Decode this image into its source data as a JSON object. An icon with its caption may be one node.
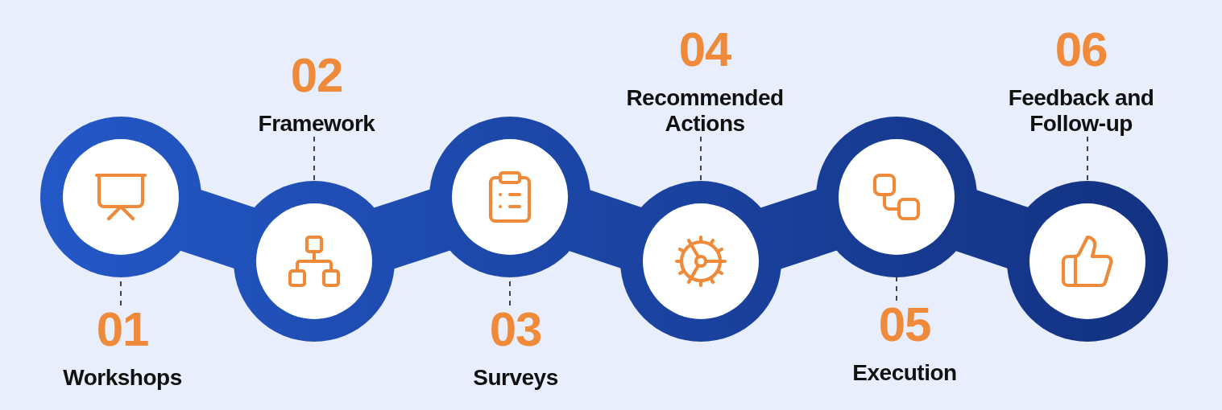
{
  "diagram": {
    "nodes": [
      {
        "text": [],
        "shape": "circle"
      },
      {
        "text": [],
        "shape": "circle"
      },
      {
        "text": [],
        "shape": "circle"
      },
      {
        "text": [],
        "shape": "circle"
      },
      {
        "text": [],
        "shape": "circle"
      },
      {
        "text": [],
        "shape": "circle"
      },
      {
        "text": [
          "01",
          "Workshops"
        ]
      },
      {
        "text": [
          "02",
          "Framework"
        ]
      },
      {
        "text": [
          "03",
          "Surveys"
        ]
      },
      {
        "text": [
          "04",
          "Recommended Actions"
        ]
      },
      {
        "text": [
          "05",
          "Execution"
        ]
      },
      {
        "text": [
          "06",
          "Feedback and Follow-up"
        ]
      }
    ],
    "edges": [
      {
        "from": 6,
        "to": 0,
        "arrow": "none",
        "style": "dashed"
      },
      {
        "from": 7,
        "to": 1,
        "arrow": "none",
        "style": "dashed"
      },
      {
        "from": 8,
        "to": 2,
        "arrow": "none",
        "style": "dashed"
      },
      {
        "from": 9,
        "to": 3,
        "arrow": "none",
        "style": "dashed"
      },
      {
        "from": 10,
        "to": 4,
        "arrow": "none",
        "style": "dashed"
      },
      {
        "from": 11,
        "to": 5,
        "arrow": "none",
        "style": "dashed"
      }
    ]
  }
}
